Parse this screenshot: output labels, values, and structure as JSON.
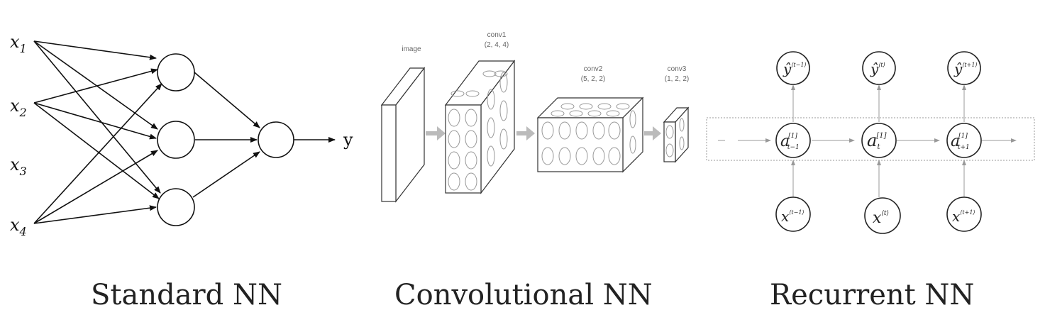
{
  "standard_nn": {
    "caption": "Standard NN",
    "inputs": [
      {
        "base": "x",
        "sub": "1"
      },
      {
        "base": "x",
        "sub": "2"
      },
      {
        "base": "x",
        "sub": "3"
      },
      {
        "base": "x",
        "sub": "4"
      }
    ],
    "output_label": "y"
  },
  "convolutional_nn": {
    "caption": "Convolutional NN",
    "layers": [
      {
        "name": "image",
        "dims": ""
      },
      {
        "name": "conv1",
        "dims": "(2, 4, 4)"
      },
      {
        "name": "conv2",
        "dims": "(5, 2, 2)"
      },
      {
        "name": "conv3",
        "dims": "(1, 2, 2)"
      }
    ]
  },
  "recurrent_nn": {
    "caption": "Recurrent NN",
    "outputs": [
      {
        "base": "ŷ",
        "sup": "⟨t−1⟩"
      },
      {
        "base": "ŷ",
        "sup": "⟨t⟩"
      },
      {
        "base": "ŷ",
        "sup": "⟨t+1⟩"
      }
    ],
    "hidden": [
      {
        "base": "a",
        "sup": "[1]",
        "sub": "t−1"
      },
      {
        "base": "a",
        "sup": "[1]",
        "sub": "t"
      },
      {
        "base": "a",
        "sup": "[1]",
        "sub": "t+1"
      }
    ],
    "inputs": [
      {
        "base": "x",
        "sup": "⟨t−1⟩"
      },
      {
        "base": "x",
        "sup": "⟨t⟩"
      },
      {
        "base": "x",
        "sup": "⟨t+1⟩"
      }
    ]
  }
}
